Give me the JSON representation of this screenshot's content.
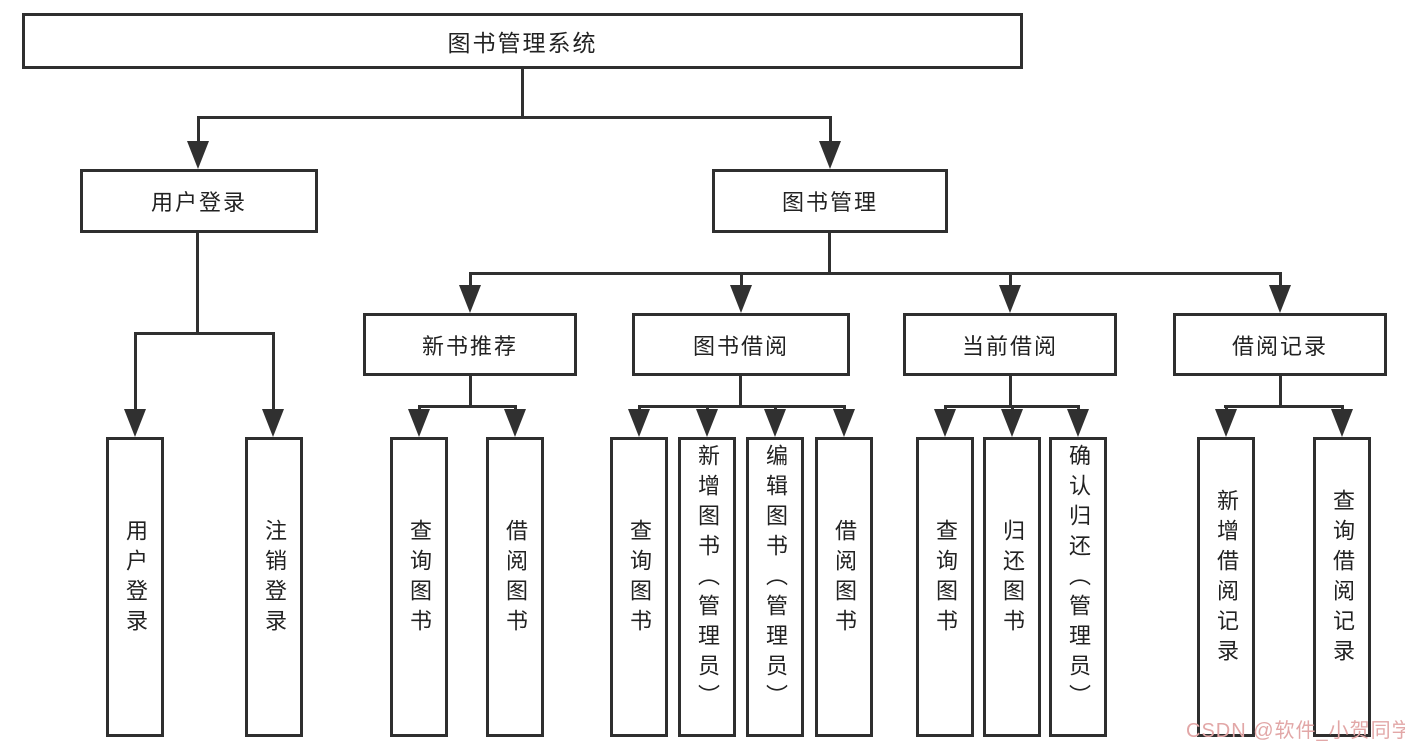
{
  "diagram": {
    "root_label": "图书管理系统",
    "level2": [
      {
        "label": "用户登录",
        "children": [
          "用户登录",
          "注销登录"
        ]
      },
      {
        "label": "图书管理"
      }
    ],
    "level3": [
      {
        "label": "新书推荐",
        "children": [
          "查询图书",
          "借阅图书"
        ]
      },
      {
        "label": "图书借阅",
        "children": [
          "查询图书",
          "新增图书（管理员）",
          "编辑图书（管理员）",
          "借阅图书"
        ]
      },
      {
        "label": "当前借阅",
        "children": [
          "查询图书",
          "归还图书",
          "确认归还（管理员）"
        ]
      },
      {
        "label": "借阅记录",
        "children": [
          "新增借阅记录",
          "查询借阅记录"
        ]
      }
    ],
    "colors": {
      "line": "#303030",
      "box_border": "#2f2f2f",
      "text": "#222222",
      "background": "#ffffff",
      "watermark": "#e2a7a7"
    }
  },
  "watermark": {
    "text": "CSDN @软件_小贺同学"
  }
}
